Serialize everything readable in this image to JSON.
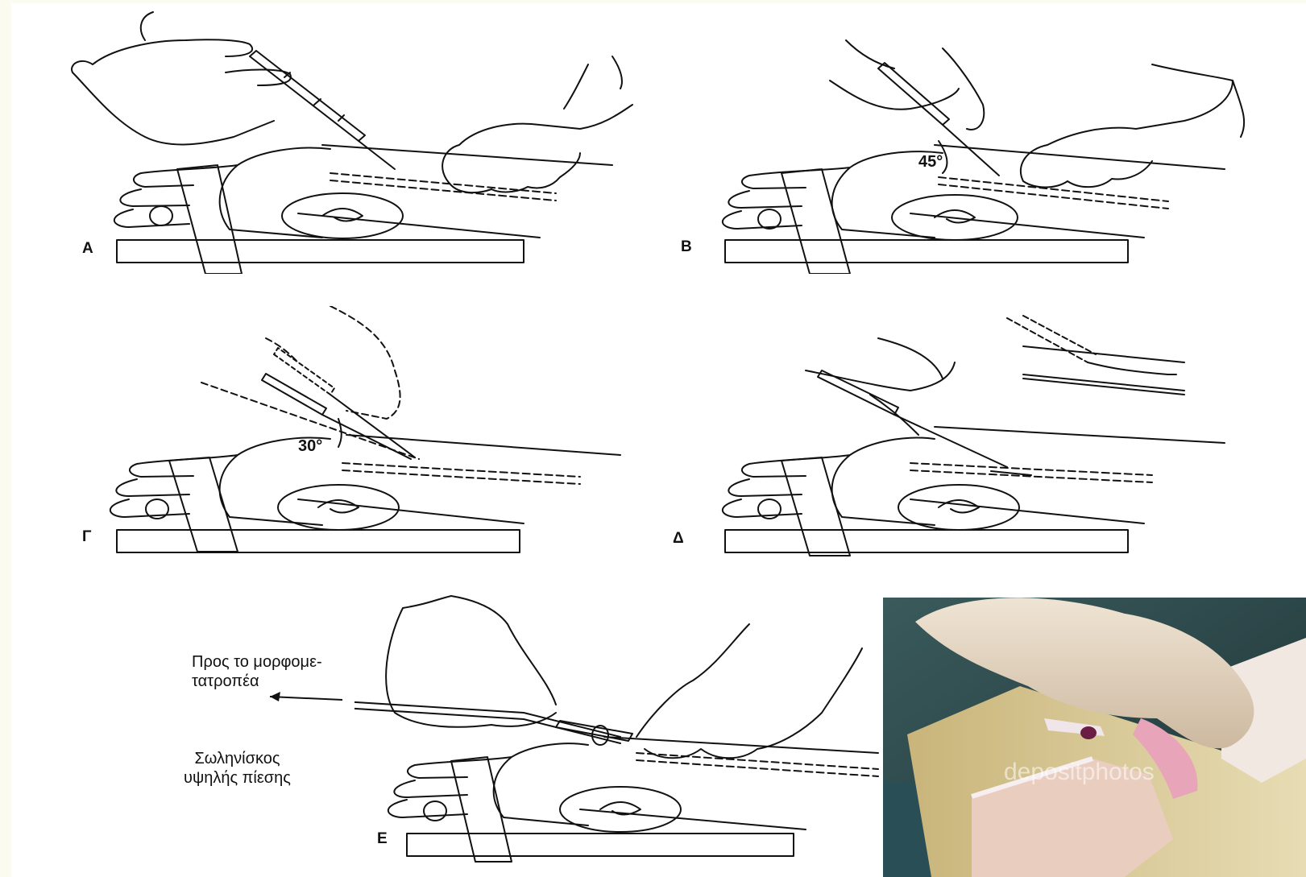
{
  "panels": {
    "A": {
      "label": "A"
    },
    "B": {
      "label": "B",
      "angle": "45°"
    },
    "G": {
      "label": "Γ",
      "angle": "30°"
    },
    "D": {
      "label": "Δ"
    },
    "E": {
      "label": "E",
      "caption_top_line1": "Προς το μορφομε-",
      "caption_top_line2": "τατροπέα",
      "caption_bottom_line1": "Σωληνίσκος",
      "caption_bottom_line2": "υψηλής πίεσης"
    }
  },
  "photo": {
    "watermark": "depositphotos"
  },
  "colors": {
    "ink": "#111111",
    "paper": "#ffffff",
    "border": "#fbfbf0"
  }
}
